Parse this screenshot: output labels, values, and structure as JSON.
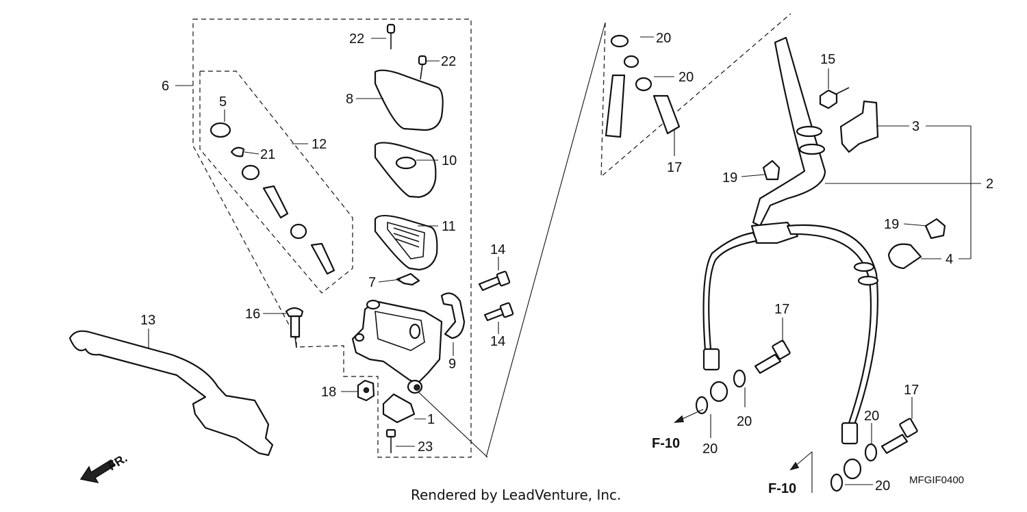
{
  "diagram": {
    "credit": "Rendered by LeadVenture, Inc.",
    "drawing_code": "MFGIF0400",
    "direction_label": "FR.",
    "reference_label": "F-10",
    "callouts": {
      "p1": "1",
      "p2": "2",
      "p3": "3",
      "p4": "4",
      "p5": "5",
      "p6": "6",
      "p7": "7",
      "p8": "8",
      "p9": "9",
      "p10": "10",
      "p11": "11",
      "p12": "12",
      "p13": "13",
      "p14": "14",
      "p15": "15",
      "p16": "16",
      "p17": "17",
      "p18": "18",
      "p19": "19",
      "p20": "20",
      "p21": "21",
      "p22": "22",
      "p23": "23"
    }
  }
}
